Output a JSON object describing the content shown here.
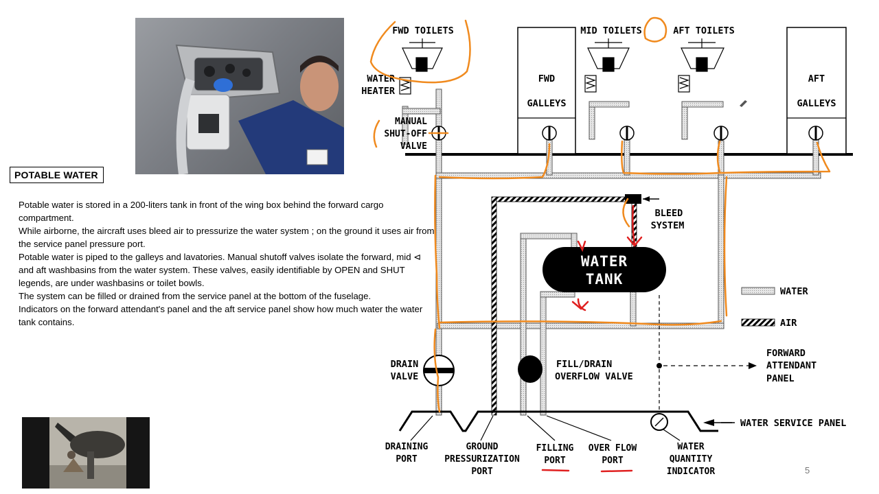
{
  "heading": "POTABLE WATER",
  "paragraphs": [
    "Potable water is stored in a 200-liters tank in front of the wing box behind the forward cargo compartment.",
    "While airborne, the aircraft uses bleed air to pressurize the water system ; on the ground it uses air from the service panel pressure port.",
    "Potable water is piped to the galleys and lavatories. Manual shutoff valves isolate the forward, mid ⊲ and aft washbasins from the water system. These valves, easily identifiable by OPEN and SHUT legends, are under washbasins or toilet bowls.",
    "The system can be filled or drained from the service panel at the bottom of the fuselage.",
    "Indicators on the forward attendant's panel and the aft service panel show how much water the water tank contains."
  ],
  "page_number": "5",
  "diagram": {
    "fwd_toilets": "FWD TOILETS",
    "mid_toilets": "MID TOILETS",
    "aft_toilets": "AFT TOILETS",
    "fwd_galleys_1": "FWD",
    "fwd_galleys_2": "GALLEYS",
    "aft_galleys_1": "AFT",
    "aft_galleys_2": "GALLEYS",
    "water_heater_1": "WATER",
    "water_heater_2": "HEATER",
    "manual_shutoff_1": "MANUAL",
    "manual_shutoff_2": "SHUT-OFF",
    "manual_shutoff_3": "VALVE",
    "bleed_system_1": "BLEED",
    "bleed_system_2": "SYSTEM",
    "water_tank_1": "WATER",
    "water_tank_2": "TANK",
    "legend_water": "WATER",
    "legend_air": "AIR",
    "drain_valve_1": "DRAIN",
    "drain_valve_2": "VALVE",
    "fill_drain_1": "FILL/DRAIN",
    "fill_drain_2": "OVERFLOW VALVE",
    "forward_attendant_1": "FORWARD",
    "forward_attendant_2": "ATTENDANT",
    "forward_attendant_3": "PANEL",
    "water_service_panel": "WATER SERVICE PANEL",
    "draining_port_1": "DRAINING",
    "draining_port_2": "PORT",
    "ground_press_1": "GROUND",
    "ground_press_2": "PRESSURIZATION",
    "ground_press_3": "PORT",
    "filling_port_1": "FILLING",
    "filling_port_2": "PORT",
    "overflow_port_1": "OVER FLOW",
    "overflow_port_2": "PORT",
    "water_qty_1": "WATER",
    "water_qty_2": "QUANTITY",
    "water_qty_3": "INDICATOR"
  },
  "colors": {
    "annotation_orange": "#f08a1e",
    "annotation_red": "#e02020",
    "water_pipe_fill": "#d9d9d9"
  }
}
